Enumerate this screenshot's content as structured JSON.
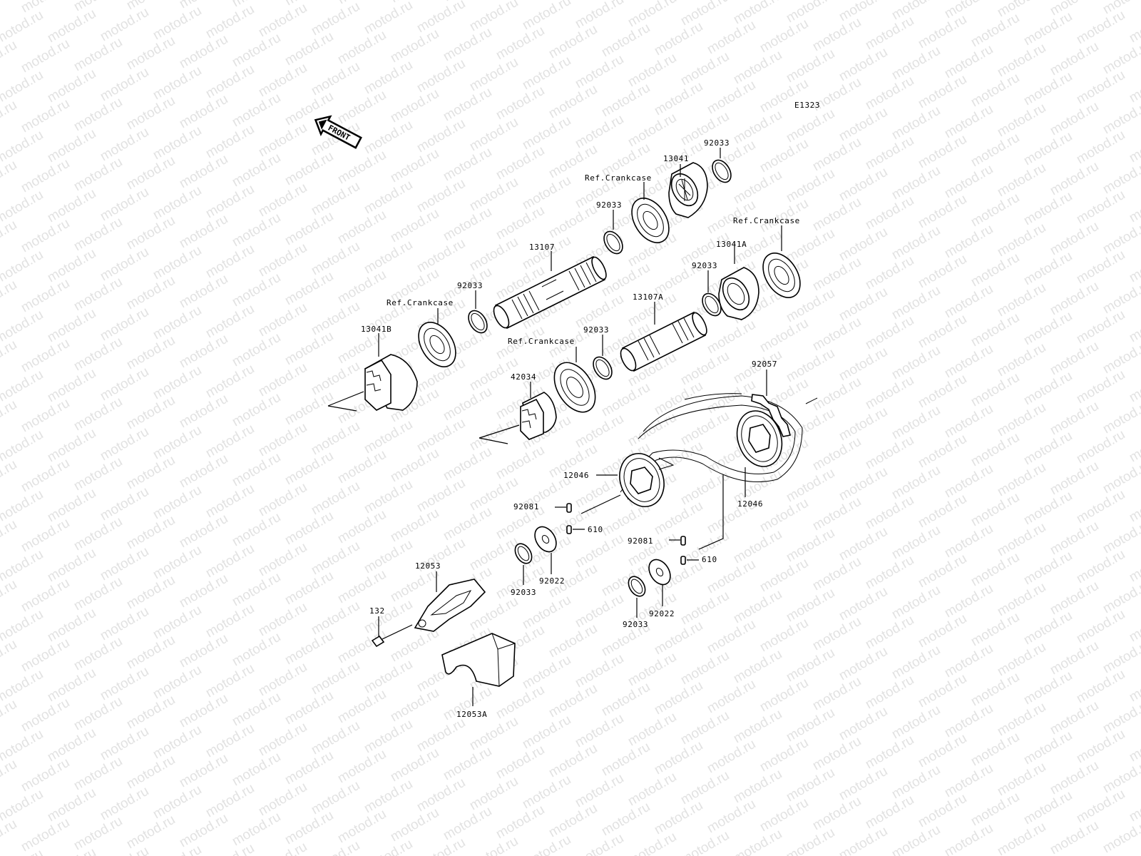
{
  "diagram_code": "E1323",
  "front_arrow": {
    "label": "FRONT",
    "icon": "front-arrow-icon"
  },
  "watermark": {
    "text": "motod.ru",
    "color": "#e2e2e2"
  },
  "callouts": {
    "c92033_top": "92033",
    "c13041": "13041",
    "ref_crankcase_1": "Ref.Crankcase",
    "c92033_2": "92033",
    "c13107": "13107",
    "ref_crankcase_2": "Ref.Crankcase",
    "c13041A": "13041A",
    "c92033_3": "92033",
    "c92033_4": "92033",
    "ref_crankcase_3": "Ref.Crankcase",
    "c13107A": "13107A",
    "c13041B": "13041B",
    "c92033_5": "92033",
    "ref_crankcase_4": "Ref.Crankcase",
    "c42034": "42034",
    "c92057": "92057",
    "c12046_a": "12046",
    "c12046_b": "12046",
    "c92081_a": "92081",
    "c610_a": "610",
    "c92081_b": "92081",
    "c610_b": "610",
    "c12053": "12053",
    "c92033_6": "92033",
    "c92022_a": "92022",
    "c132": "132",
    "c92022_b": "92022",
    "c92033_7": "92033",
    "c12053A": "12053A"
  }
}
